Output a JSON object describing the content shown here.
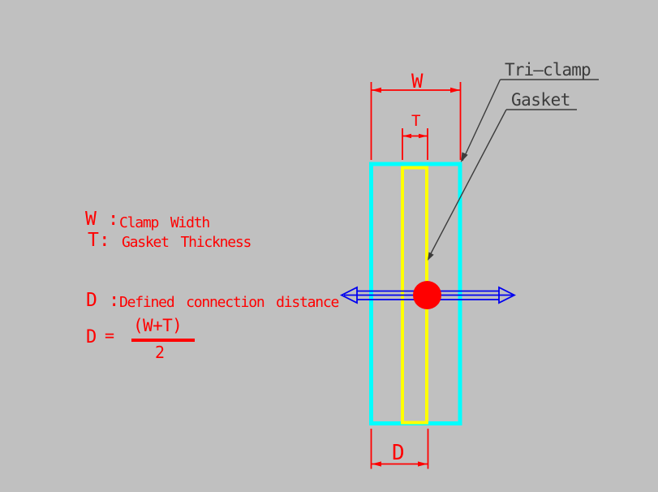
{
  "drawing": {
    "background": "#c0c0c0",
    "colors": {
      "clamp_outline": "#00ffff",
      "gasket_outline": "#ffff00",
      "dimension_red": "#ff0000",
      "connection_blue": "#0000f0",
      "annotation_dark": "#3c3c3c"
    },
    "callouts": {
      "tri_clamp": "Tri–clamp",
      "gasket": "Gasket"
    },
    "dimensions": {
      "width_label": "W",
      "thickness_label": "T",
      "distance_label": "D"
    },
    "legend": {
      "w": {
        "term": "W :",
        "desc": "Clamp Width"
      },
      "t": {
        "term": "T:",
        "desc": "Gasket Thickness"
      },
      "d": {
        "term": "D :",
        "desc": "Defined connection distance"
      }
    },
    "formula": {
      "lhs": "D",
      "equals": "=",
      "numerator": "(W+T)",
      "denominator": "2"
    }
  }
}
